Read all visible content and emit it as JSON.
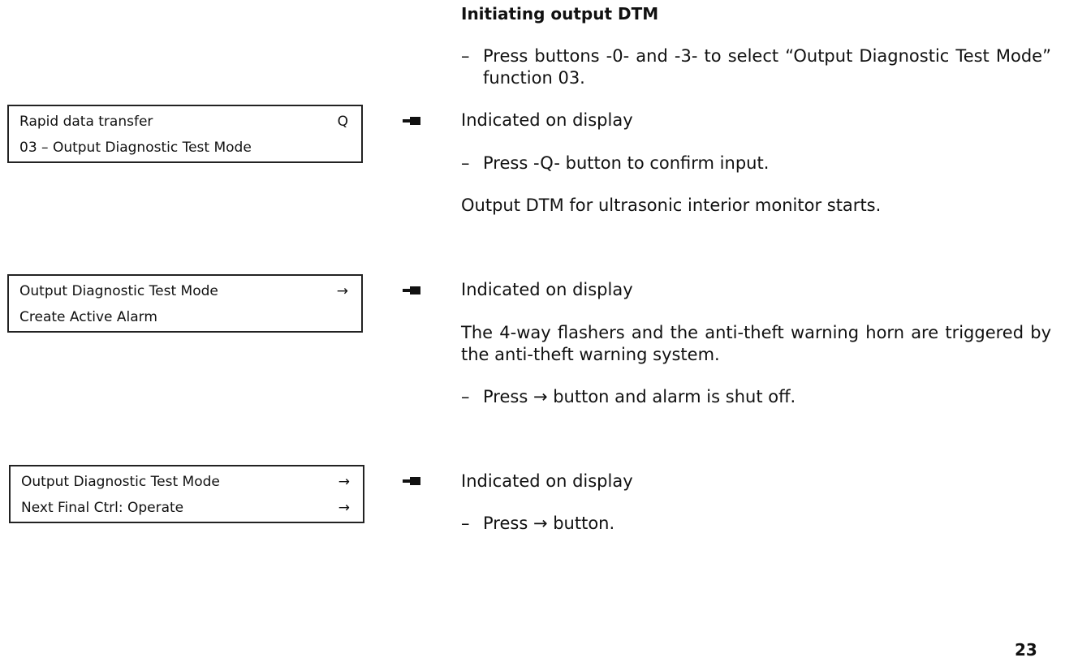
{
  "section": {
    "heading": "Initiating output DTM"
  },
  "steps": {
    "select_function": "Press buttons -0- and -3- to select “Output Diagnostic Test Mode” function 03.",
    "confirm_input": "Press -Q- button to confirm input.",
    "shut_off_alarm": "Press → button and alarm is shut off.",
    "press_arrow": "Press → button.",
    "dash": "–"
  },
  "notes": {
    "indicated_on_display": "Indicated on display",
    "dtm_starts": "Output DTM for ultrasonic interior monitor starts.",
    "flashers_horn": "The 4-way flashers and the anti-theft warning horn are triggered by the anti-theft warning system."
  },
  "displays": [
    {
      "line1": "Rapid data transfer",
      "line1_key": "Q",
      "line2": "03 – Output Diagnostic Test Mode",
      "line2_key": ""
    },
    {
      "line1": "Output Diagnostic Test Mode",
      "line1_key": "→",
      "line2": "Create Active Alarm",
      "line2_key": ""
    },
    {
      "line1": "Output Diagnostic Test Mode",
      "line1_key": "→",
      "line2": "Next Final Ctrl:  Operate",
      "line2_key": "→"
    }
  ],
  "icons": {
    "pointer": "pointing-hand-icon"
  },
  "page": {
    "number": "23"
  }
}
